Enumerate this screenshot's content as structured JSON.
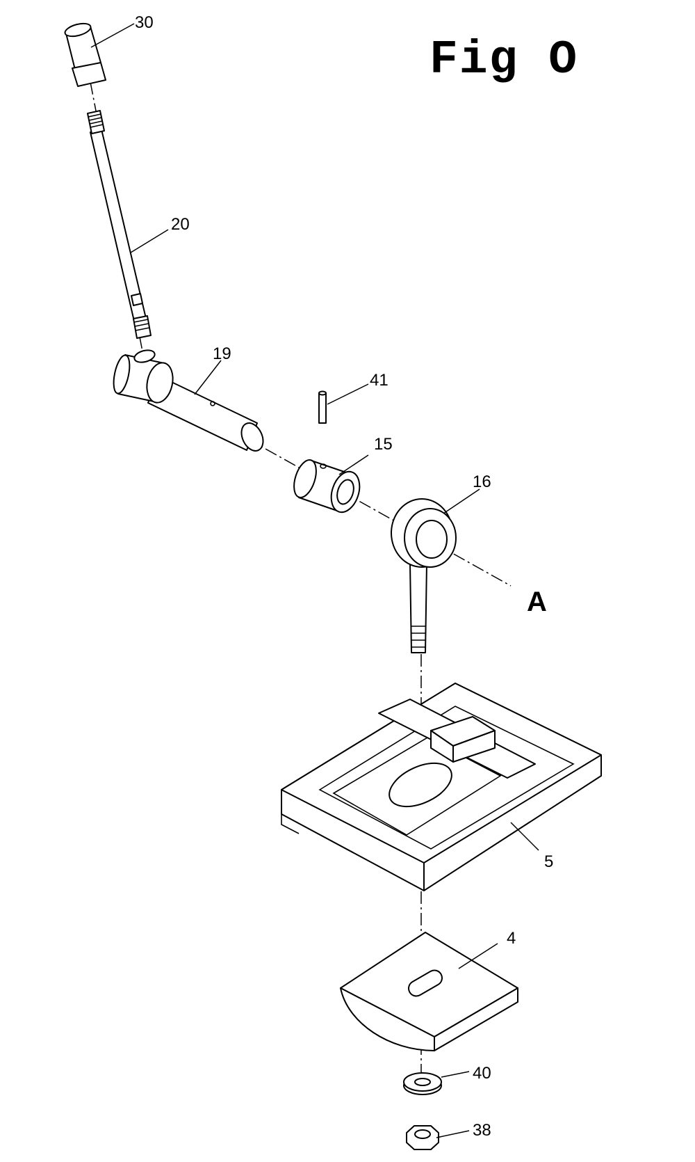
{
  "figure": {
    "title": "Fig O",
    "axis_marker": "A"
  },
  "parts": [
    {
      "ref": "30"
    },
    {
      "ref": "20"
    },
    {
      "ref": "19"
    },
    {
      "ref": "41"
    },
    {
      "ref": "15"
    },
    {
      "ref": "16"
    },
    {
      "ref": "5"
    },
    {
      "ref": "4"
    },
    {
      "ref": "40"
    },
    {
      "ref": "38"
    }
  ]
}
